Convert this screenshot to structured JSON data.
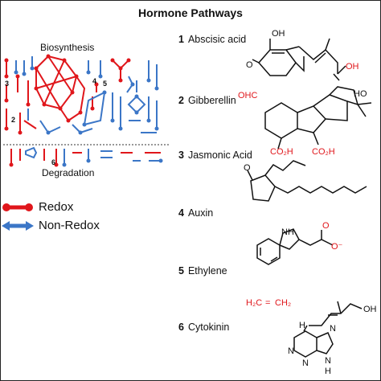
{
  "title": "Hormone Pathways",
  "network": {
    "top_label": "Biosynthesis",
    "bottom_label": "Degradation",
    "pathway_markers": [
      "3",
      "4",
      "5",
      "2",
      "6"
    ]
  },
  "legend": {
    "redox": {
      "label": "Redox",
      "color": "#e0161b"
    },
    "non_redox": {
      "label": "Non-Redox",
      "color": "#3b76c7"
    }
  },
  "hormones": [
    {
      "num": "1",
      "name": "Abscisic acid"
    },
    {
      "num": "2",
      "name": "Gibberellin"
    },
    {
      "num": "3",
      "name": "Jasmonic Acid"
    },
    {
      "num": "4",
      "name": "Auxin"
    },
    {
      "num": "5",
      "name": "Ethylene"
    },
    {
      "num": "6",
      "name": "Cytokinin"
    }
  ],
  "structure_text": {
    "oh": "OH",
    "o": "O",
    "oh_acid": "OH",
    "ohc": "OHC",
    "ho": "HO",
    "co2h_a": "CO₂H",
    "co2h_b": "CO₂H",
    "o_ketone": "O",
    "o_dbl": "O",
    "nh": "NH",
    "o_minus": "O⁻",
    "h2c": "H₂C",
    "eq": "=",
    "ch2": "CH₂",
    "n1": "N",
    "n2": "N",
    "n3": "N",
    "n4": "N",
    "n_h": "H",
    "nh2": "H"
  }
}
